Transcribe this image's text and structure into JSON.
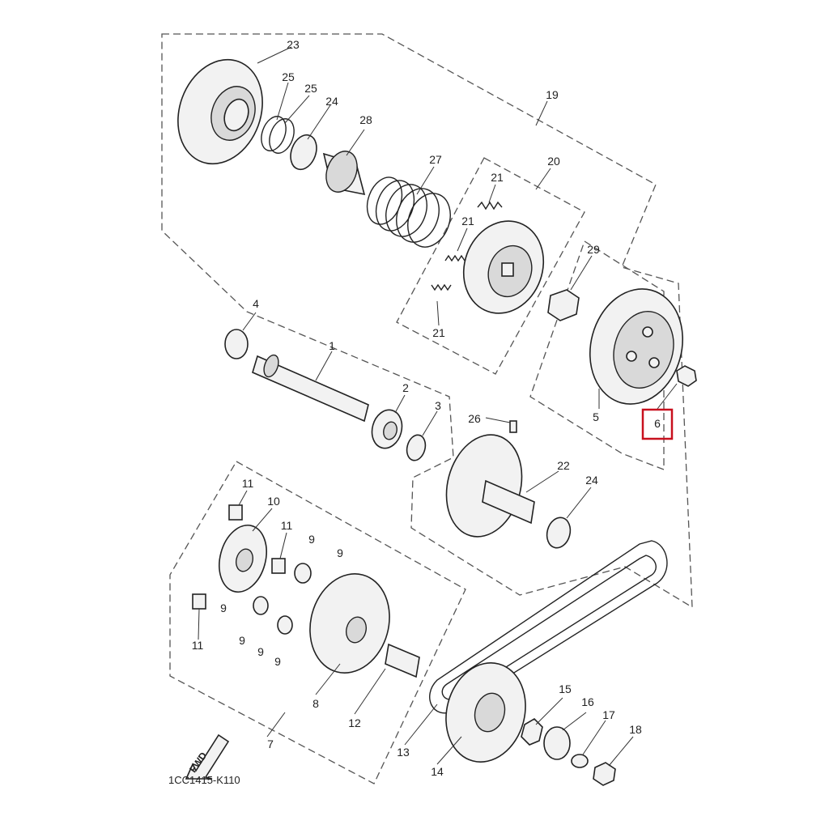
{
  "diagram_code": "1CC1415-K110",
  "fwd_label": "FWD",
  "highlighted_part": "6",
  "callouts": {
    "c1": "1",
    "c2": "2",
    "c3": "3",
    "c4": "4",
    "c5": "5",
    "c6": "6",
    "c7": "7",
    "c8": "8",
    "c9a": "9",
    "c9b": "9",
    "c9c": "9",
    "c9d": "9",
    "c9e": "9",
    "c9f": "9",
    "c10": "10",
    "c11a": "11",
    "c11b": "11",
    "c11c": "11",
    "c12": "12",
    "c13": "13",
    "c14": "14",
    "c15": "15",
    "c16": "16",
    "c17": "17",
    "c18": "18",
    "c19": "19",
    "c20": "20",
    "c21a": "21",
    "c21b": "21",
    "c21c": "21",
    "c22": "22",
    "c23": "23",
    "c24a": "24",
    "c24b": "24",
    "c25a": "25",
    "c25b": "25",
    "c26": "26",
    "c27": "27",
    "c28": "28",
    "c29": "29"
  }
}
